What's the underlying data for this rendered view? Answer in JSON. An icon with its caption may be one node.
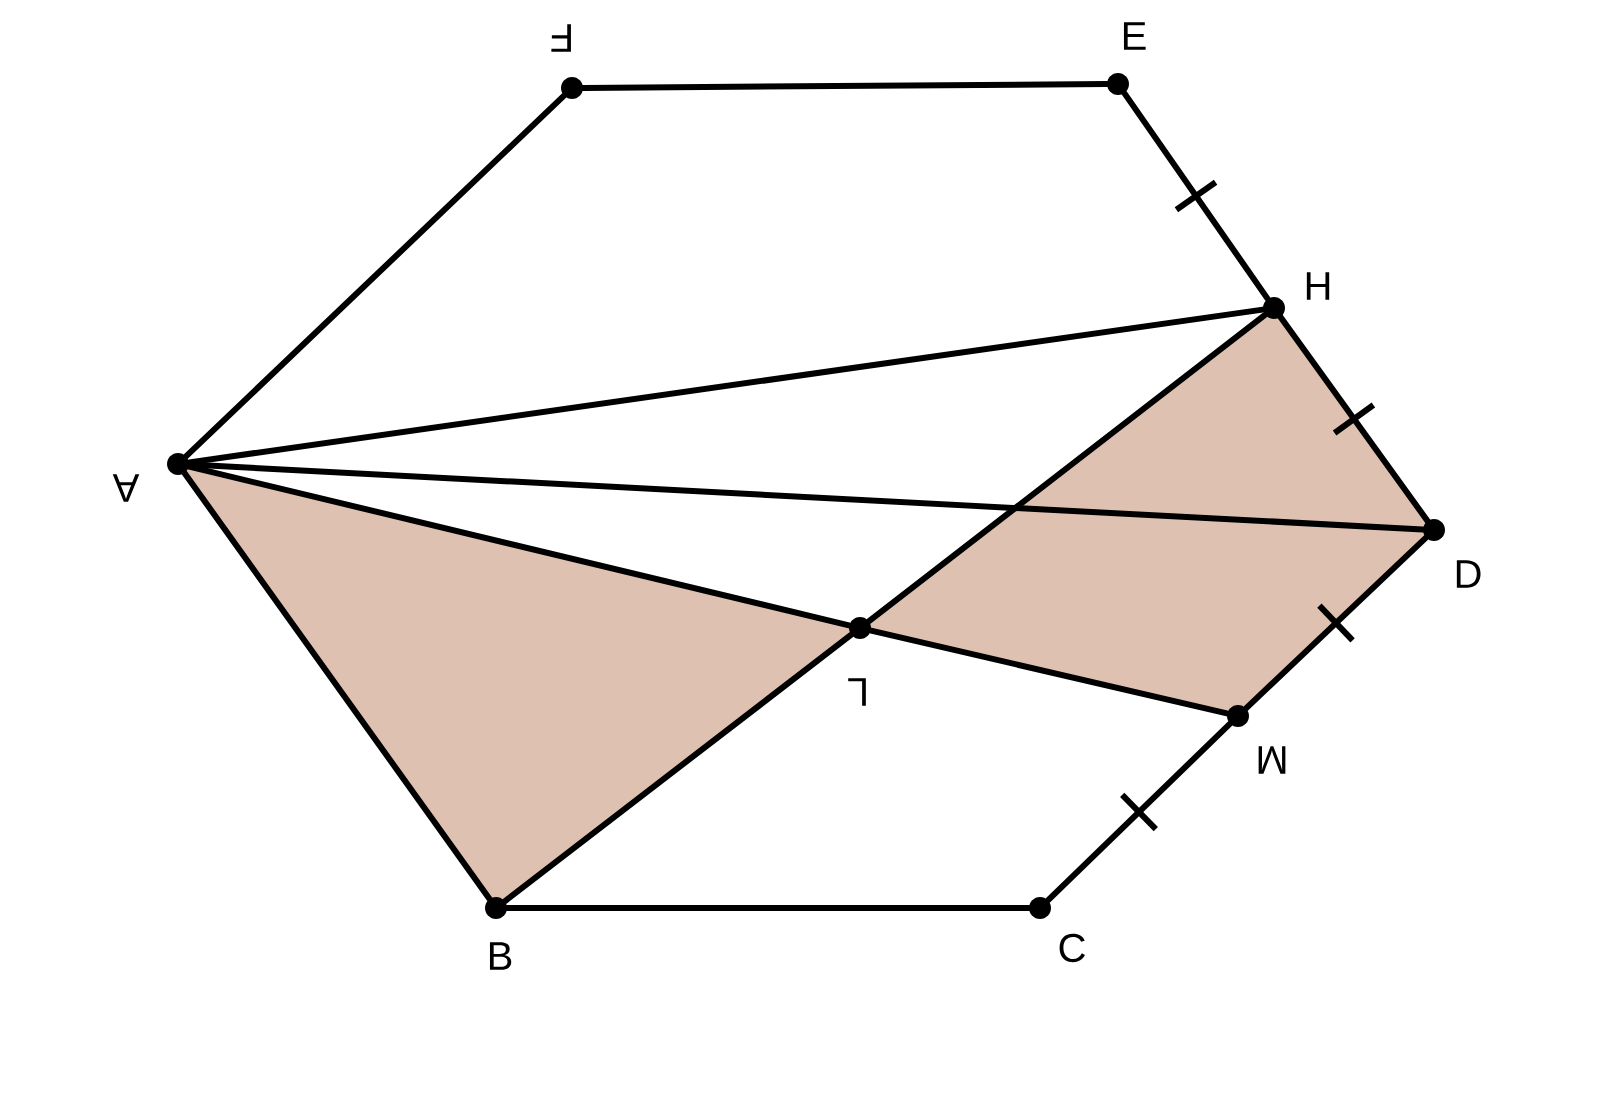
{
  "diagram": {
    "nodes": [
      {
        "text": [
          "A"
        ]
      },
      {
        "text": [
          "B"
        ]
      },
      {
        "text": [
          "C"
        ]
      },
      {
        "text": [
          "D"
        ]
      },
      {
        "text": [
          "E"
        ]
      },
      {
        "text": [
          "F"
        ]
      },
      {
        "text": [
          "H"
        ]
      },
      {
        "text": [
          "L"
        ]
      },
      {
        "text": [
          "M"
        ]
      }
    ],
    "edges": [
      {
        "from": 0,
        "to": 5,
        "arrow": "none"
      },
      {
        "from": 5,
        "to": 4,
        "arrow": "none"
      },
      {
        "from": 4,
        "to": 6,
        "arrow": "none"
      },
      {
        "from": 6,
        "to": 3,
        "arrow": "none"
      },
      {
        "from": 3,
        "to": 8,
        "arrow": "none"
      },
      {
        "from": 8,
        "to": 2,
        "arrow": "none"
      },
      {
        "from": 2,
        "to": 1,
        "arrow": "none"
      },
      {
        "from": 1,
        "to": 0,
        "arrow": "none"
      },
      {
        "from": 0,
        "to": 6,
        "arrow": "none"
      },
      {
        "from": 0,
        "to": 3,
        "arrow": "none"
      },
      {
        "from": 0,
        "to": 7,
        "arrow": "none"
      },
      {
        "from": 7,
        "to": 8,
        "arrow": "none"
      },
      {
        "from": 1,
        "to": 7,
        "arrow": "none"
      },
      {
        "from": 7,
        "to": 6,
        "arrow": "none"
      }
    ]
  }
}
